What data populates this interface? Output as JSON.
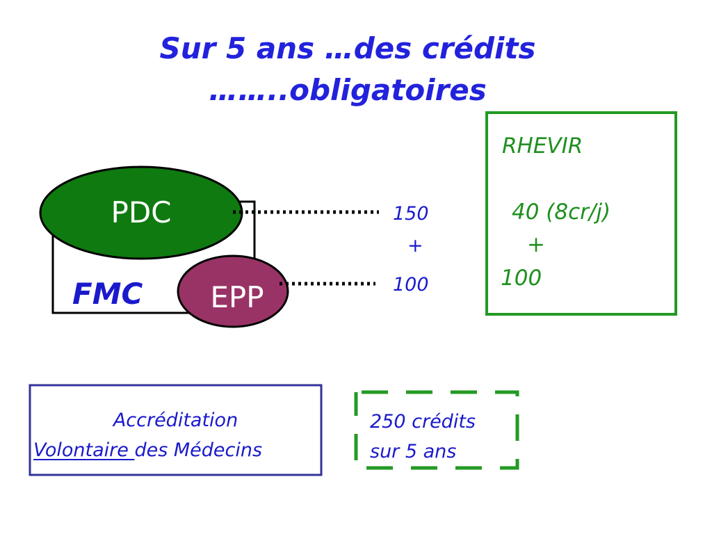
{
  "title": {
    "line1": "Sur 5 ans …des crédits",
    "line2": "……..obligatoires"
  },
  "diagram": {
    "pdc_label": "PDC",
    "epp_label": "EPP",
    "fmc_label": "FMC",
    "credits": {
      "pdc_value": "150",
      "plus": "+",
      "epp_value": "100"
    }
  },
  "rhevir": {
    "title": "RHEVIR",
    "line1": "40 (8cr/j)",
    "plus": "+",
    "line2": "100"
  },
  "accreditation": {
    "line1": "Accréditation",
    "underlined": "Volontaire ",
    "rest": "des Médecins"
  },
  "total": {
    "line1": "250 crédits",
    "line2": "sur 5 ans"
  },
  "colors": {
    "title_blue": "#2222dd",
    "text_blue": "#1a1acc",
    "green_text": "#1f8f1f",
    "green_border": "#239a23",
    "pdc_fill": "#0f7a0f",
    "epp_fill": "#993366",
    "navy_border": "#333399"
  }
}
